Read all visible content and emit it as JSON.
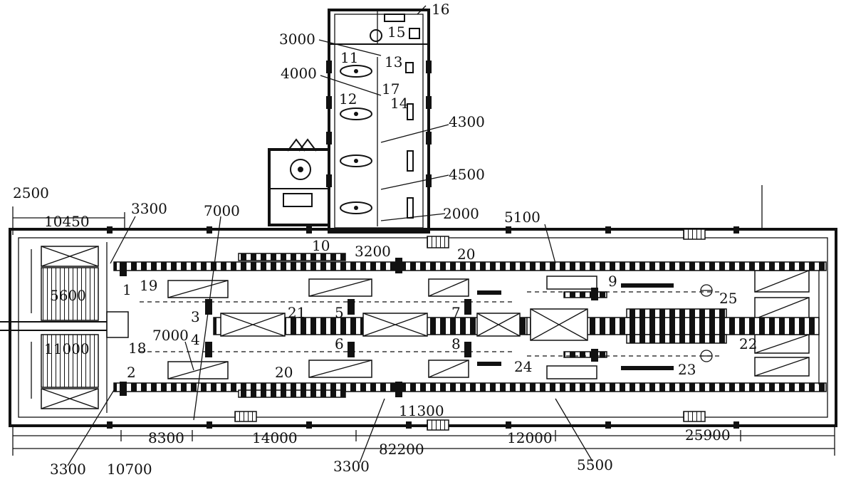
{
  "dimensions": {
    "top": [
      "2500",
      "10450",
      "3300",
      "7000",
      "3200",
      "5100"
    ],
    "annex": [
      "3000",
      "4000",
      "4300",
      "4500",
      "2000"
    ],
    "left": [
      "5600",
      "11000",
      "7000"
    ],
    "bottom": [
      "8300",
      "14000",
      "11300",
      "82200",
      "12000",
      "25900",
      "3300",
      "10700",
      "3300",
      "5500"
    ]
  },
  "labels": [
    "1",
    "2",
    "3",
    "4",
    "5",
    "6",
    "7",
    "8",
    "9",
    "10",
    "11",
    "12",
    "13",
    "14",
    "15",
    "16",
    "17",
    "18",
    "19",
    "20",
    "20",
    "21",
    "22",
    "23",
    "24",
    "25"
  ]
}
